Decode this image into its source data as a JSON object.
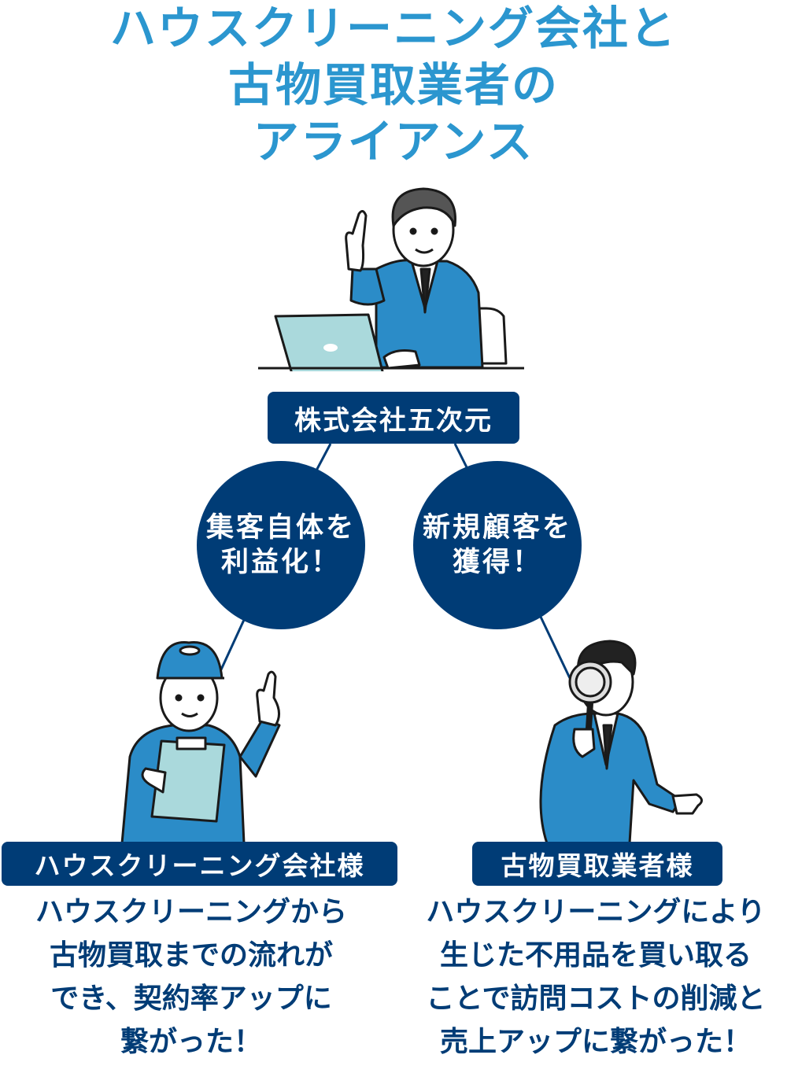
{
  "title": {
    "lines": [
      "ハウスクリーニング会社と",
      "古物買取業者の",
      "アライアンス"
    ]
  },
  "center": {
    "label": "株式会社五次元"
  },
  "bubbles": [
    {
      "lines": [
        "集客自体を",
        "利益化！"
      ]
    },
    {
      "lines": [
        "新規顧客を",
        "獲得！"
      ]
    }
  ],
  "left": {
    "label": "ハウスクリーニング会社様",
    "desc": [
      "ハウスクリーニングから",
      "古物買取までの流れが",
      "でき、契約率アップに",
      "繋がった！"
    ]
  },
  "right": {
    "label": "古物買取業者様",
    "desc": [
      "ハウスクリーニングにより",
      "生じた不用品を買い取る",
      "ことで訪問コストの削減と",
      "売上アップに繋がった！"
    ]
  },
  "colors": {
    "title": "#2b96cf",
    "navy": "#003c76",
    "suit": "#2b8cc8"
  }
}
